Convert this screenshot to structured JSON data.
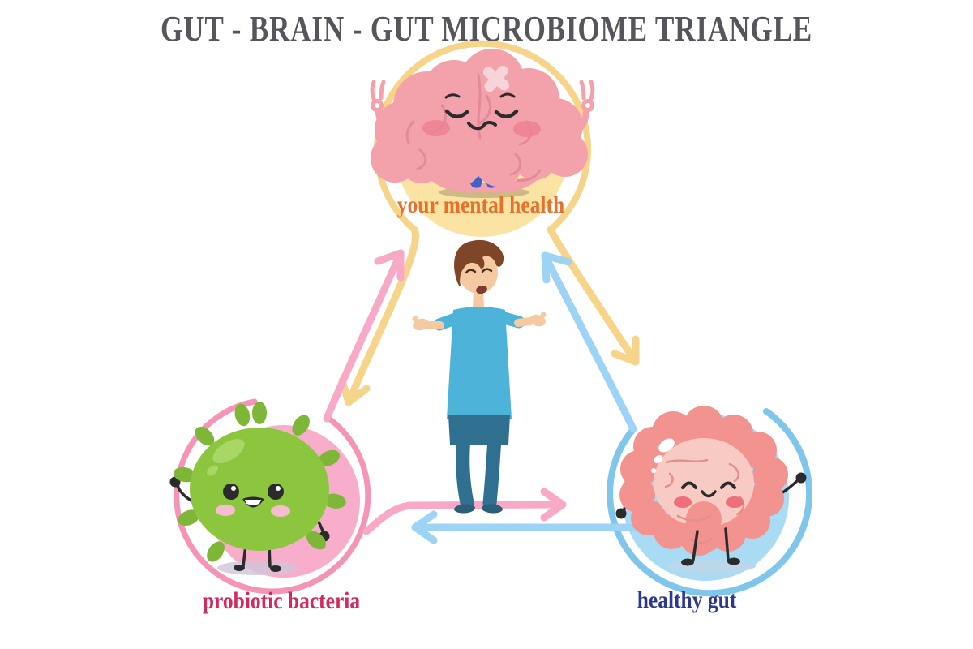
{
  "title": {
    "text": "GUT - BRAIN - GUT MICROBIOME TRIANGLE",
    "color": "#55565B"
  },
  "nodes": [
    {
      "id": "mental-health",
      "label": "your mental health",
      "label_color": "#E8702D",
      "character": "meditating brain with band-aid",
      "circle_fill": "#FAE3A3",
      "ring_color": "#F6D489",
      "position": "top-center"
    },
    {
      "id": "probiotic-bacteria",
      "label": "probiotic bacteria",
      "label_color": "#D2295F",
      "character": "smiling green bacteria waving",
      "circle_fill": "#F8AECB",
      "ring_color": "#F594B6",
      "position": "bottom-left"
    },
    {
      "id": "healthy-gut",
      "label": "healthy gut",
      "label_color": "#2D3A8C",
      "character": "happy pink intestine waving",
      "circle_fill": "#A9DBF5",
      "ring_color": "#7FC6EC",
      "position": "bottom-right"
    }
  ],
  "center_figure": {
    "description": "man shrugging with open palms",
    "shirt_color": "#4EB3D8",
    "pants_color": "#2F6F8F",
    "skin_color": "#F5C9A2",
    "hair_color": "#7E4526"
  },
  "arrows": [
    {
      "from": "probiotic bacteria",
      "to": "your mental health",
      "color": "#F8A9C8",
      "style": "diagonal-up-right"
    },
    {
      "from": "your mental health",
      "to": "probiotic bacteria",
      "color": "#F6D489",
      "style": "diagonal-down-left"
    },
    {
      "from": "healthy gut",
      "to": "your mental health",
      "color": "#9DD3F4",
      "style": "diagonal-up-left"
    },
    {
      "from": "your mental health",
      "to": "healthy gut",
      "color": "#F6D489",
      "style": "diagonal-down-right"
    },
    {
      "from": "probiotic bacteria",
      "to": "healthy gut",
      "color": "#F8A9C8",
      "style": "horizontal-right"
    },
    {
      "from": "healthy gut",
      "to": "probiotic bacteria",
      "color": "#9DD3F4",
      "style": "horizontal-left"
    }
  ],
  "colors": {
    "background": "#FFFFFF",
    "brain_pink": "#F3A1AA",
    "bacteria_green": "#8CC63F",
    "intestine_pink": "#F2938F",
    "intestine_inner": "#F7CAC4"
  }
}
